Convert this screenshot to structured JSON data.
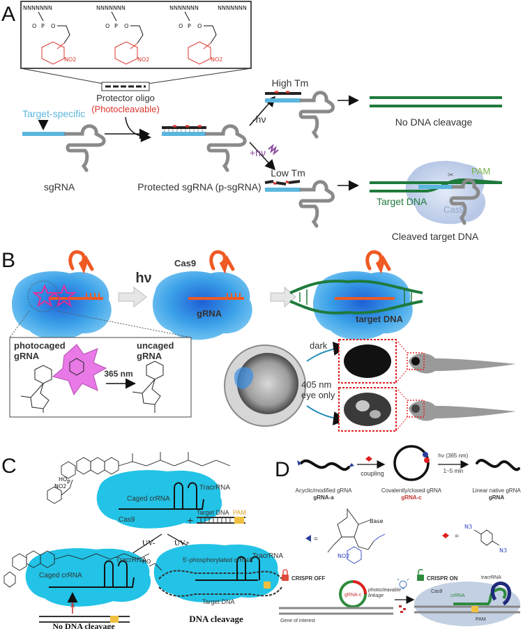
{
  "panels": {
    "a": {
      "letter": "A",
      "chem_atoms": {
        "n_repeat": "NNNNNNN",
        "o": "O",
        "p": "P",
        "no2": "NO2",
        "minus": "−"
      },
      "protector_oligo": "Protector oligo",
      "photocleavable": "(Photocleavable)",
      "target_specific": "Target-specific",
      "sgrna": "sgRNA",
      "protected_sgrna": "Protected sgRNA (p-sgRNA)",
      "high_tm": "High Tm",
      "low_tm": "Low Tm",
      "minus_hv": "-hν",
      "plus_hv": "+hν",
      "no_dna_cleavage": "No DNA cleavage",
      "pam": "PAM",
      "target_dna": "Target DNA",
      "cas9": "Cas9",
      "cleaved_target_dna": "Cleaved target DNA"
    },
    "b": {
      "letter": "B",
      "hv": "hν",
      "cas9": "Cas9",
      "grna": "gRNA",
      "target_dna": "target DNA",
      "photocaged_grna": "photocaged\ngRNA",
      "uncaged_grna": "uncaged\ngRNA",
      "wavelength": "365 nm",
      "dark": "dark",
      "eye_only": "405 nm\neye only"
    },
    "c": {
      "letter": "C",
      "caged_crrna": "Caged crRNA",
      "tracrrna": "TracrRNA",
      "cas9": "Cas9",
      "target_dna": "Target DNA",
      "pam": "PAM",
      "plus": "+",
      "uv_minus": "UV-",
      "uv_plus": "UV+",
      "phosphorylated": "5'-phosphorylated crRNA",
      "no_dna_cleavage": "No DNA cleavage",
      "dna_cleavage": "DNA cleavage",
      "atoms": {
        "no2": "NO2",
        "ho": "HO",
        "p": "P",
        "o": "O"
      }
    },
    "d": {
      "letter": "D",
      "coupling": "coupling",
      "light": "hν (365 nm)",
      "time": "1~5 min",
      "acyclic": "Acyclic/modified gRNA",
      "acyclic_id": "gRNA-a",
      "closed": "Covalently/closed gRNA",
      "closed_id": "gRNA-c",
      "linear": "Linear native gRNA",
      "linear_id": "gRNA",
      "base": "Base",
      "eq": "=",
      "n3": "N3",
      "no2": "NO2",
      "crispr_off": "CRISPR OFF",
      "crispr_on": "CRISPR ON",
      "grna_c": "gRNA-c",
      "photocleavable_linkage": "photocleavable\nlinkage",
      "gene_of_interest": "Gene of interest",
      "tracrrna": "tracrRNA",
      "crrna": "crRNA",
      "cas9": "Cas9",
      "pam": "PAM"
    }
  },
  "colors": {
    "sgrna_blue": "#5bb6de",
    "protector_red": "#d9342b",
    "dna_green": "#1e7a3c",
    "cas9_blue": "#2aa6df",
    "cyan_protein": "#22c3e6",
    "orange_rna": "#ef5a24",
    "pink_cage": "#e879e6",
    "grey_rna": "#8a8a8a"
  }
}
